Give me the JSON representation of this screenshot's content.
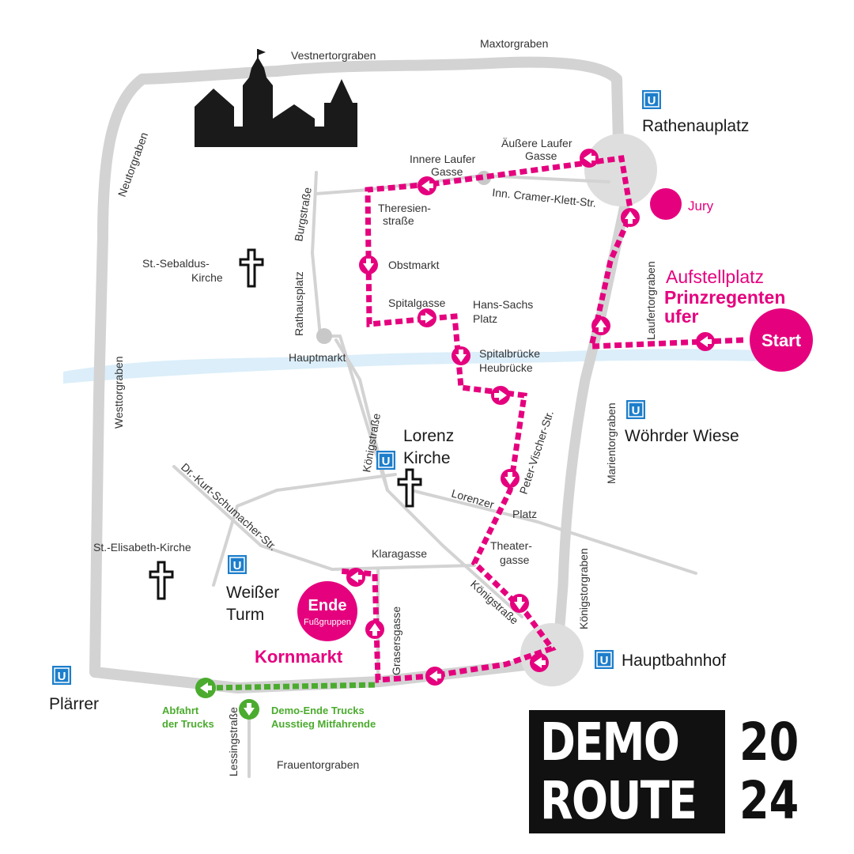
{
  "title": {
    "line1": "DEMO",
    "line2": "ROUTE",
    "year1": "20",
    "year2": "24"
  },
  "colors": {
    "route": "#e5007e",
    "truck": "#4bab2e",
    "street": "#d3d3d3",
    "river": "#dbeefa",
    "ubahn": "#1d7ecb"
  },
  "streets": {
    "vestnertorgraben": "Vestnertorgraben",
    "maxtorgraben": "Maxtorgraben",
    "neutorgraben": "Neutorgraben",
    "westtorgraben": "Westtorgraben",
    "burgstrasse": "Burgstraße",
    "rathausplatz": "Rathausplatz",
    "innere_laufer_1": "Innere Laufer",
    "innere_laufer_2": "Gasse",
    "aeussere_laufer_1": "Äußere Laufer",
    "aeussere_laufer_2": "Gasse",
    "cramer_klett": "Inn. Cramer-Klett-Str.",
    "theresien_1": "Theresien-",
    "theresien_2": "straße",
    "obstmarkt": "Obstmarkt",
    "spitalgasse": "Spitalgasse",
    "hans_sachs_1": "Hans-Sachs",
    "hans_sachs_2": "Platz",
    "hauptmarkt": "Hauptmarkt",
    "spitalbruecke": "Spitalbrücke",
    "heubruecke": "Heubrücke",
    "laufertorgraben": "Laufertorgraben",
    "marientorgraben": "Marientorgraben",
    "koenigstorgraben": "Königstorgraben",
    "koenigstrasse_n": "Königstraße",
    "koenigstrasse_s": "Königstraße",
    "peter_vischer": "Peter-Vischer-Str.",
    "lorenzer_platz_1": "Lorenzer",
    "lorenzer_platz_2": "Platz",
    "kurt_schumacher": "Dr.-Kurt-Schumacher-Str.",
    "klaragasse": "Klaragasse",
    "theatergasse_1": "Theater-",
    "theatergasse_2": "gasse",
    "grasersgasse": "Grasersgasse",
    "lessingstrasse": "Lessingstraße",
    "frauentorgraben": "Frauentorgraben"
  },
  "places": {
    "rathenauplatz": "Rathenauplatz",
    "jury": "Jury",
    "aufstell_1": "Aufstellplatz",
    "aufstell_2": "Prinzregenten",
    "aufstell_3": "ufer",
    "start": "Start",
    "woehrder_wiese": "Wöhrder Wiese",
    "sebaldus_1": "St.-Sebaldus-",
    "sebaldus_2": "Kirche",
    "lorenz_1": "Lorenz",
    "lorenz_2": "Kirche",
    "elisabeth": "St.-Elisabeth-Kirche",
    "weisser_1": "Weißer",
    "weisser_2": "Turm",
    "ende": "Ende",
    "ende_sub": "Fußgruppen",
    "kornmarkt": "Kornmarkt",
    "hauptbahnhof": "Hauptbahnhof",
    "plaerrer": "Plärrer",
    "abfahrt_1": "Abfahrt",
    "abfahrt_2": "der Trucks",
    "demo_ende_1": "Demo-Ende Trucks",
    "demo_ende_2": "Ausstieg Mitfahrende",
    "ubahn_letter": "U"
  },
  "icons": [
    "castle-icon",
    "church-cross-icon",
    "ubahn-icon",
    "direction-arrow-icon"
  ]
}
